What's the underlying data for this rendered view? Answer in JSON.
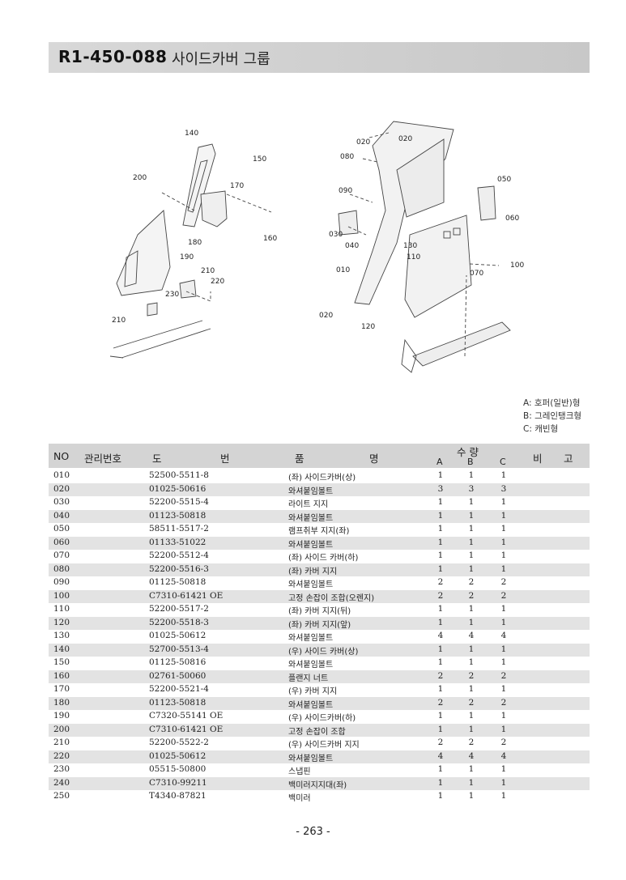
{
  "header": {
    "code": "R1-450-088",
    "name": "사이드카버 그룹"
  },
  "callouts": [
    "140",
    "150",
    "200",
    "170",
    "180",
    "160",
    "190",
    "210",
    "220",
    "230",
    "210",
    "020",
    "020",
    "080",
    "090",
    "030",
    "040",
    "010",
    "020",
    "120",
    "130",
    "110",
    "070",
    "100",
    "050",
    "060"
  ],
  "legend": [
    "A: 호퍼(일반)형",
    "B: 그레인탱크형",
    "C: 캐빈형"
  ],
  "table": {
    "headers": {
      "no": "NO",
      "mgmt": "관리번호",
      "dwg_1": "도",
      "dwg_2": "번",
      "name_1": "품",
      "name_2": "명",
      "qty": "수  량",
      "a": "A",
      "b": "B",
      "c": "C",
      "remark_1": "비",
      "remark_2": "고"
    },
    "rows": [
      {
        "no": "010",
        "dwg": "52500-5511-8",
        "name": "(좌) 사이드카버(상)",
        "a": "1",
        "b": "1",
        "c": "1"
      },
      {
        "no": "020",
        "dwg": "01025-50616",
        "name": "와셔붙임볼트",
        "a": "3",
        "b": "3",
        "c": "3"
      },
      {
        "no": "030",
        "dwg": "52200-5515-4",
        "name": "라이트 지지",
        "a": "1",
        "b": "1",
        "c": "1"
      },
      {
        "no": "040",
        "dwg": "01123-50818",
        "name": "와셔붙임볼트",
        "a": "1",
        "b": "1",
        "c": "1"
      },
      {
        "no": "050",
        "dwg": "58511-5517-2",
        "name": "램프취부 지지(좌)",
        "a": "1",
        "b": "1",
        "c": "1"
      },
      {
        "no": "060",
        "dwg": "01133-51022",
        "name": "와셔붙임볼트",
        "a": "1",
        "b": "1",
        "c": "1"
      },
      {
        "no": "070",
        "dwg": "52200-5512-4",
        "name": "(좌) 사이드 카버(하)",
        "a": "1",
        "b": "1",
        "c": "1"
      },
      {
        "no": "080",
        "dwg": "52200-5516-3",
        "name": "(좌) 카버 지지",
        "a": "1",
        "b": "1",
        "c": "1"
      },
      {
        "no": "090",
        "dwg": "01125-50818",
        "name": "와셔붙임볼트",
        "a": "2",
        "b": "2",
        "c": "2"
      },
      {
        "no": "100",
        "dwg": "C7310-61421 OE",
        "name": "고정 손잡이 조합(오렌지)",
        "a": "2",
        "b": "2",
        "c": "2"
      },
      {
        "no": "110",
        "dwg": "52200-5517-2",
        "name": "(좌) 카버 지지(뒤)",
        "a": "1",
        "b": "1",
        "c": "1"
      },
      {
        "no": "120",
        "dwg": "52200-5518-3",
        "name": "(좌) 카버 지지(앞)",
        "a": "1",
        "b": "1",
        "c": "1"
      },
      {
        "no": "130",
        "dwg": "01025-50612",
        "name": "와셔붙임볼트",
        "a": "4",
        "b": "4",
        "c": "4"
      },
      {
        "no": "140",
        "dwg": "52700-5513-4",
        "name": "(우) 사이드 카버(상)",
        "a": "1",
        "b": "1",
        "c": "1"
      },
      {
        "no": "150",
        "dwg": "01125-50816",
        "name": "와셔붙임볼트",
        "a": "1",
        "b": "1",
        "c": "1"
      },
      {
        "no": "160",
        "dwg": "02761-50060",
        "name": "플랜지 너트",
        "a": "2",
        "b": "2",
        "c": "2"
      },
      {
        "no": "170",
        "dwg": "52200-5521-4",
        "name": "(우) 카버 지지",
        "a": "1",
        "b": "1",
        "c": "1"
      },
      {
        "no": "180",
        "dwg": "01123-50818",
        "name": "와셔붙임볼트",
        "a": "2",
        "b": "2",
        "c": "2"
      },
      {
        "no": "190",
        "dwg": "C7320-55141 OE",
        "name": "(우) 사이드카버(하)",
        "a": "1",
        "b": "1",
        "c": "1"
      },
      {
        "no": "200",
        "dwg": "C7310-61421 OE",
        "name": "고정 손잡이 조합",
        "a": "1",
        "b": "1",
        "c": "1"
      },
      {
        "no": "210",
        "dwg": "52200-5522-2",
        "name": "(우) 사이드카버 지지",
        "a": "2",
        "b": "2",
        "c": "2"
      },
      {
        "no": "220",
        "dwg": "01025-50612",
        "name": "와셔붙임볼트",
        "a": "4",
        "b": "4",
        "c": "4"
      },
      {
        "no": "230",
        "dwg": "05515-50800",
        "name": "스냅핀",
        "a": "1",
        "b": "1",
        "c": "1"
      },
      {
        "no": "240",
        "dwg": "C7310-99211",
        "name": "백미러지지대(좌)",
        "a": "1",
        "b": "1",
        "c": "1"
      },
      {
        "no": "250",
        "dwg": "T4340-87821",
        "name": "백미러",
        "a": "1",
        "b": "1",
        "c": "1"
      }
    ]
  },
  "page_number": "- 263 -"
}
